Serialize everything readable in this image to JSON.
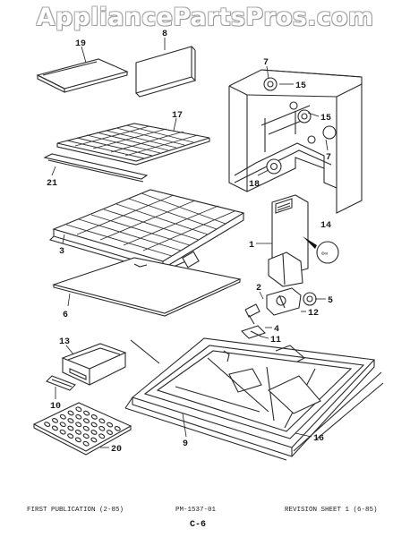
{
  "watermark": "AppliancePartsPros.com",
  "callouts": [
    {
      "id": "19",
      "label": "19"
    },
    {
      "id": "8",
      "label": "8"
    },
    {
      "id": "7a",
      "label": "7"
    },
    {
      "id": "15a",
      "label": "15"
    },
    {
      "id": "15b",
      "label": "15"
    },
    {
      "id": "17",
      "label": "17"
    },
    {
      "id": "7b",
      "label": "7"
    },
    {
      "id": "18",
      "label": "18"
    },
    {
      "id": "21",
      "label": "21"
    },
    {
      "id": "14",
      "label": "14"
    },
    {
      "id": "1",
      "label": "1"
    },
    {
      "id": "3",
      "label": "3"
    },
    {
      "id": "2",
      "label": "2"
    },
    {
      "id": "5",
      "label": "5"
    },
    {
      "id": "6",
      "label": "6"
    },
    {
      "id": "4",
      "label": "4"
    },
    {
      "id": "12",
      "label": "12"
    },
    {
      "id": "11",
      "label": "11"
    },
    {
      "id": "13",
      "label": "13"
    },
    {
      "id": "10",
      "label": "10"
    },
    {
      "id": "20",
      "label": "20"
    },
    {
      "id": "9",
      "label": "9"
    },
    {
      "id": "16",
      "label": "16"
    }
  ],
  "footer": {
    "left": "FIRST PUBLICATION (2-85)",
    "center": "PM-1537-01",
    "right": "REVISION SHEET 1 (6-85)",
    "page_code": "C-6"
  }
}
